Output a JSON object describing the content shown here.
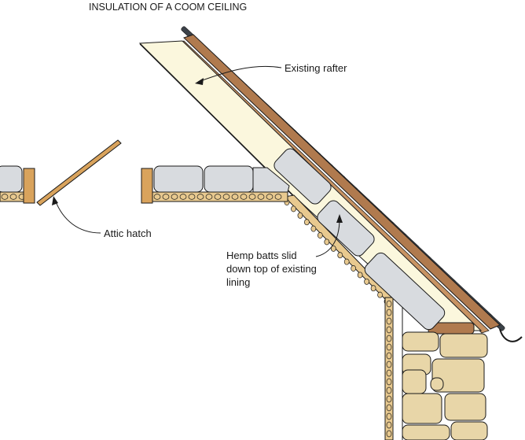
{
  "title": "INSULATION OF A COOM CEILING",
  "labels": {
    "rafter": "Existing rafter",
    "hatch": "Attic hatch",
    "batts_line1": "Hemp batts slid",
    "batts_line2": "down top of existing",
    "batts_line3": "lining"
  },
  "colors": {
    "rafter_fill": "#fbf7dd",
    "timber": "#d9a35c",
    "roof_board": "#b07a4e",
    "slate": "#3c4249",
    "batt": "#d8dbdf",
    "lining": "#e8c98f",
    "stone": "#e8d6a8",
    "outline": "#1a1a1a"
  }
}
